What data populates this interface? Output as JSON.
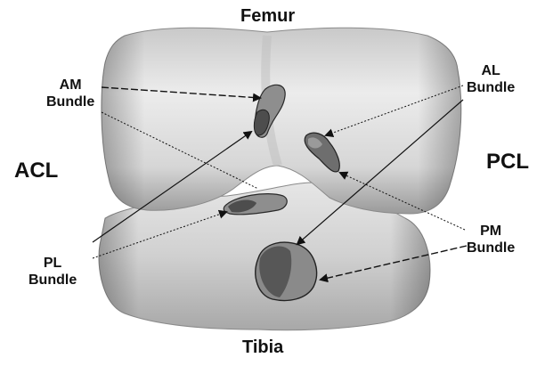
{
  "labels": {
    "top": "Femur",
    "bottom": "Tibia",
    "left": "ACL",
    "right": "PCL",
    "am": [
      "AM",
      "Bundle"
    ],
    "al": [
      "AL",
      "Bundle"
    ],
    "pl": [
      "PL",
      "Bundle"
    ],
    "pm": [
      "PM",
      "Bundle"
    ]
  },
  "colors": {
    "bone_light": "#f2f2f2",
    "bone_mid": "#bdbdbd",
    "bone_dark": "#7f7f7f",
    "footprint_dark": "#555555",
    "footprint_light": "#9a9a9a",
    "ink": "#111111"
  }
}
